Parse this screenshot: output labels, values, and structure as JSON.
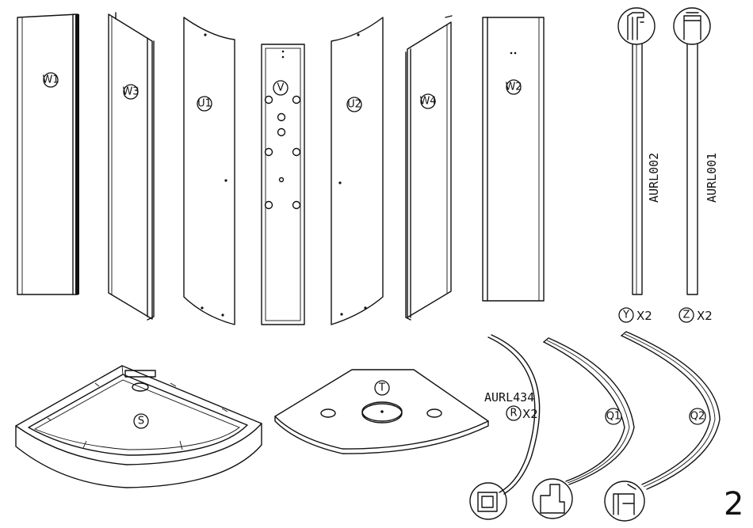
{
  "panels": {
    "w1": "W1",
    "w3": "W3",
    "u1": "U1",
    "v": "V",
    "u2": "U2",
    "w4": "W4",
    "w2": "W2"
  },
  "profiles": {
    "y": {
      "code": "AURL002",
      "label": "Y",
      "qty": "X2"
    },
    "z": {
      "code": "AURL001",
      "label": "Z",
      "qty": "X2"
    }
  },
  "tray": {
    "label": "S"
  },
  "roof": {
    "label": "T"
  },
  "curved_rail": {
    "code": "AURL434",
    "label": "R",
    "qty": "X2"
  },
  "rails": {
    "q1": "Q1",
    "q2": "Q2"
  },
  "page_number": "2"
}
